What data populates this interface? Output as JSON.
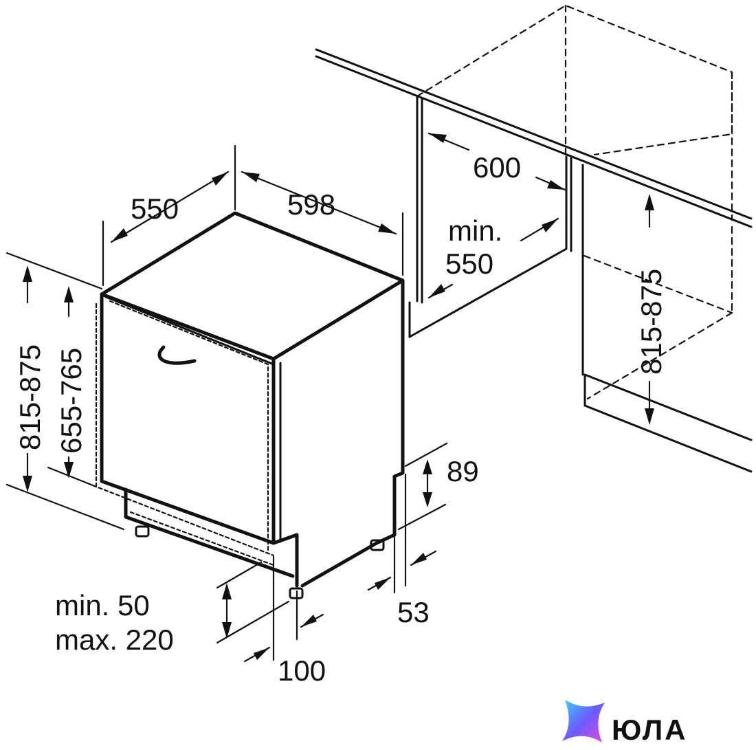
{
  "dimensions": {
    "depth": "550",
    "width": "598",
    "niche_width": "600",
    "niche_depth_line1": "min.",
    "niche_depth_line2": "550",
    "niche_height": "815-875",
    "height_left": "815-875",
    "door_height": "655-765",
    "toe_kick_height": "89",
    "toe_kick_depth": "53",
    "plinth_line1": "min. 50",
    "plinth_line2": "max. 220",
    "plinth_depth": "100"
  },
  "logo": {
    "text": "ЮЛА",
    "gradient": [
      "#3ad4ff",
      "#6a5cff",
      "#e24bd8"
    ]
  },
  "colors": {
    "line": "#111111",
    "background": "#ffffff"
  }
}
